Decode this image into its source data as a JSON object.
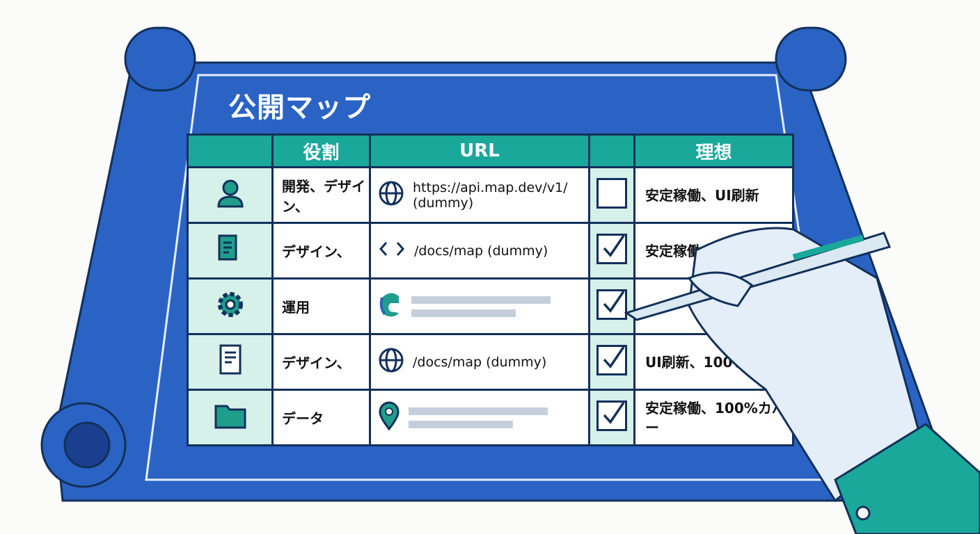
{
  "title": "公開マップ",
  "colors": {
    "scroll_blue": "#2a63c4",
    "scroll_dark": "#1a3f8f",
    "header_teal": "#1aa89a",
    "icon_teal": "#1f9e8c",
    "ink": "#12305a",
    "cell_tint": "#d6f0ea",
    "sleeve": "#1aa89a"
  },
  "table": {
    "headers": [
      "",
      "役割",
      "URL",
      "",
      "理想"
    ],
    "rows": [
      {
        "icon": "user-icon",
        "role": "開発、デザイン、",
        "url_icon": "globe-icon",
        "url": "https://api.map.dev/v1/ (dummy)",
        "checked": false,
        "ideal": "安定稼働、UI刷新"
      },
      {
        "icon": "document-icon",
        "role": "デザイン、",
        "url_icon": "code-icon",
        "url": "/docs/map (dummy)",
        "checked": true,
        "ideal": "安定稼働、100%"
      },
      {
        "icon": "gear-icon",
        "role": "運用",
        "url_icon": "edge-logo-icon",
        "url": "",
        "checked": true,
        "ideal": ""
      },
      {
        "icon": "file-icon",
        "role": "デザイン、",
        "url_icon": "globe-icon",
        "url": "/docs/map (dummy)",
        "checked": true,
        "ideal": "UI刷新、100%カバー"
      },
      {
        "icon": "folder-icon",
        "role": "データ",
        "url_icon": "map-pin-icon",
        "url": "",
        "checked": true,
        "ideal": "安定稼働、100%カバー"
      }
    ]
  }
}
